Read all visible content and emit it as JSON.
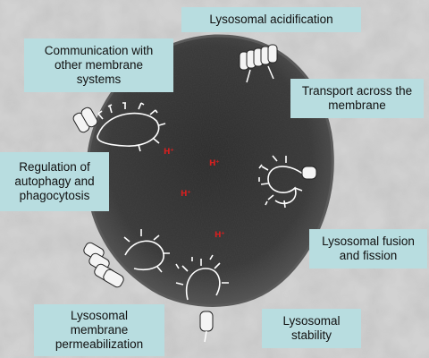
{
  "labels": {
    "acidification": "Lysosomal acidification",
    "communication": "Communication with\nother membrane\nsystems",
    "transport": "Transport across the\nmembrane",
    "autophagy": "Regulation of\nautophagy and\nphagocytosis",
    "fusion": "Lysosomal fusion\nand fission",
    "permeabilization": "Lysosomal\nmembrane\npermeabilization",
    "stability": "Lysosomal\nstability"
  },
  "protons": [
    "H⁺",
    "H⁺",
    "H⁺",
    "H⁺"
  ],
  "colors": {
    "label_box": "#b8dde0",
    "lysosome": "#3c3c3c",
    "proton": "#d32020",
    "background": "#d7d7d7"
  }
}
